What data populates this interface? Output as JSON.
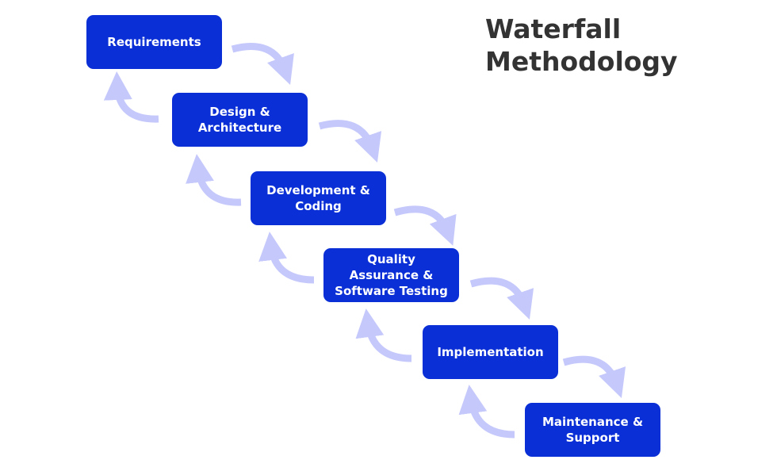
{
  "title": {
    "line1": "Waterfall",
    "line2": "Methodology"
  },
  "steps": [
    {
      "label": "Requirements"
    },
    {
      "label": "Design &\nArchitecture"
    },
    {
      "label": "Development &\nCoding"
    },
    {
      "label": "Quality\nAssurance &\nSoftware Testing"
    },
    {
      "label": "Implementation"
    },
    {
      "label": "Maintenance &\nSupport"
    }
  ],
  "colors": {
    "box_fill": "#0a2fd6",
    "box_text": "#ffffff",
    "arrow": "#c5c8fb",
    "title": "#333333",
    "background": "#ffffff"
  }
}
